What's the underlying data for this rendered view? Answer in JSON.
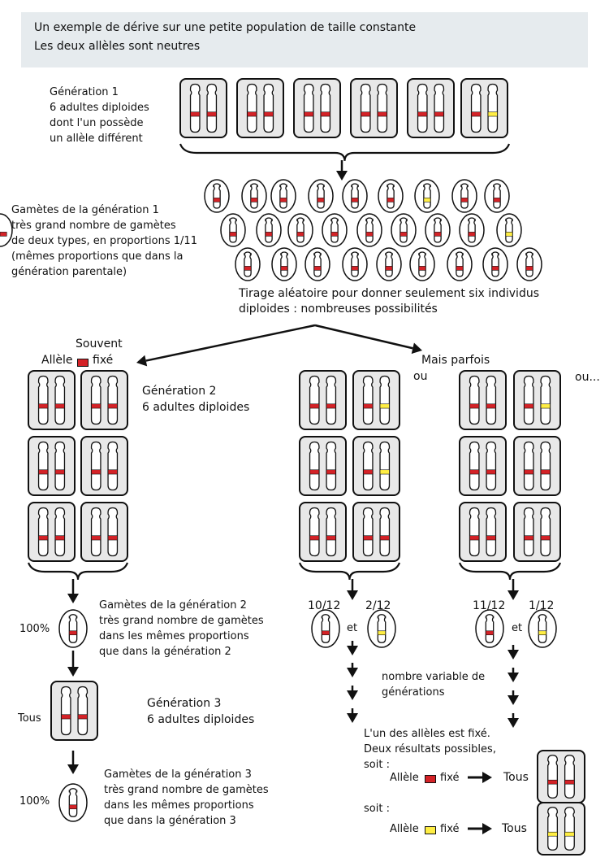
{
  "header": {
    "line1": "Un exemple de dérive sur une petite population de taille constante",
    "line2": "Les deux allèles sont neutres"
  },
  "colors": {
    "red": "#d42227",
    "yellow": "#ffee44",
    "panel": "#e8e8e8",
    "stroke": "#111111",
    "header_bg": "#e6ebee"
  },
  "generation1": {
    "lines": [
      "Génération 1",
      "6 adultes diploides",
      "dont l'un possède",
      "un allèle différent"
    ],
    "individuals": [
      [
        "red",
        "red"
      ],
      [
        "red",
        "red"
      ],
      [
        "red",
        "red"
      ],
      [
        "red",
        "red"
      ],
      [
        "red",
        "red"
      ],
      [
        "red",
        "yellow"
      ]
    ]
  },
  "gametes1": {
    "lines": [
      "Gamètes de la  génération 1",
      "très grand nombre de gamètes",
      "de deux types, en proportions 1/11",
      "(mêmes proportions que dans la",
      "génération parentale)"
    ],
    "row1": [
      "red",
      "red",
      "red",
      "red",
      "red",
      "red",
      "yellow",
      "red",
      "red"
    ],
    "row2": [
      "red",
      "red",
      "red",
      "red",
      "red",
      "red",
      "red",
      "red",
      "yellow",
      "red"
    ],
    "row3": [
      "red",
      "red",
      "red",
      "red",
      "red",
      "red",
      "red",
      "red",
      "red",
      "red"
    ]
  },
  "draw": {
    "line1": "Tirage aléatoire pour donner seulement six individus",
    "line2": "diploides : nombreuses possibilités"
  },
  "left": {
    "souvent": "Souvent",
    "allele": "Allèle",
    "fixe": "fixé",
    "gen2_title": "Génération 2",
    "gen2_sub": "6 adultes diploides",
    "grid": [
      [
        "red",
        "red"
      ],
      [
        "red",
        "red"
      ],
      [
        "red",
        "red"
      ],
      [
        "red",
        "red"
      ],
      [
        "red",
        "red"
      ],
      [
        "red",
        "red"
      ]
    ],
    "pct1": "100%",
    "gam2_lines": [
      "Gamètes de la  génération 2",
      "très grand nombre de gamètes",
      "dans les  mêmes proportions",
      "que dans la  génération 2"
    ],
    "tous": "Tous",
    "gen3_title": "Génération 3",
    "gen3_sub": "6 adultes diploides",
    "pct2": "100%",
    "gam3_lines": [
      "Gamètes de la  génération 3",
      "très grand nombre de gamètes",
      "dans les  mêmes proportions",
      "que dans la  génération 3"
    ]
  },
  "middle": {
    "mais": "Mais parfois",
    "ou1": "ou",
    "grid": [
      [
        "red",
        "red"
      ],
      [
        "red",
        "yellow"
      ],
      [
        "red",
        "red"
      ],
      [
        "red",
        "yellow"
      ],
      [
        "red",
        "red"
      ],
      [
        "red",
        "red"
      ]
    ],
    "frac_a": "10/12",
    "frac_b": "2/12",
    "et": "et",
    "variable_lines": [
      "nombre variable de",
      "générations"
    ]
  },
  "right": {
    "ou2": "ou...",
    "grid": [
      [
        "red",
        "red"
      ],
      [
        "red",
        "yellow"
      ],
      [
        "red",
        "red"
      ],
      [
        "red",
        "red"
      ],
      [
        "red",
        "red"
      ],
      [
        "red",
        "red"
      ]
    ],
    "frac_a": "11/12",
    "frac_b": "1/12",
    "et": "et"
  },
  "outcome": {
    "lines": [
      "L'un des allèles est fixé.",
      "Deux résultats possibles,",
      "soit :"
    ],
    "allele1": "Allèle",
    "fixe1": "fixé",
    "tous1": "Tous",
    "soit2": "soit :",
    "allele2": "Allèle",
    "fixe2": "fixé",
    "tous2": "Tous"
  }
}
